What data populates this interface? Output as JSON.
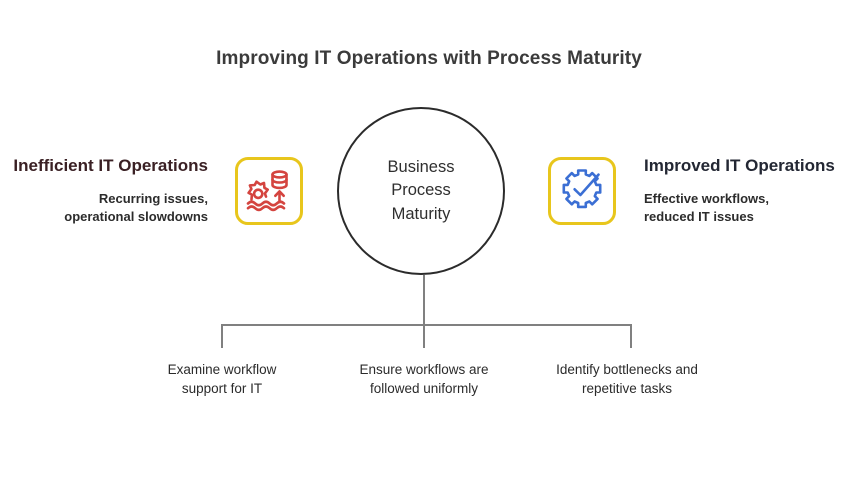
{
  "title": "Improving IT Operations with Process Maturity",
  "center": {
    "lines": [
      "Business",
      "Process",
      "Maturity"
    ]
  },
  "left": {
    "heading_lines": [
      "Inefficient IT",
      "Operations"
    ],
    "sub_lines": [
      "Recurring issues,",
      "operational slowdowns"
    ],
    "icon": "gear-sinking-in-waves-with-database-icon",
    "icon_color": "#d4443f",
    "frame_color": "#e8c61c"
  },
  "right": {
    "heading_lines": [
      "Improved IT",
      "Operations"
    ],
    "sub_lines": [
      "Effective workflows,",
      "reduced IT issues"
    ],
    "icon": "gear-with-checkmark-icon",
    "icon_color": "#3b6fd4",
    "frame_color": "#e8c61c"
  },
  "bottom_labels": [
    {
      "lines": [
        "Examine workflow",
        "support for IT"
      ]
    },
    {
      "lines": [
        "Ensure workflows are",
        "followed uniformly"
      ]
    },
    {
      "lines": [
        "Identify bottlenecks and",
        "repetitive tasks"
      ]
    }
  ],
  "colors": {
    "connector": "#808080",
    "circle_stroke": "#2b2b2b",
    "title": "#3b3b3b"
  }
}
